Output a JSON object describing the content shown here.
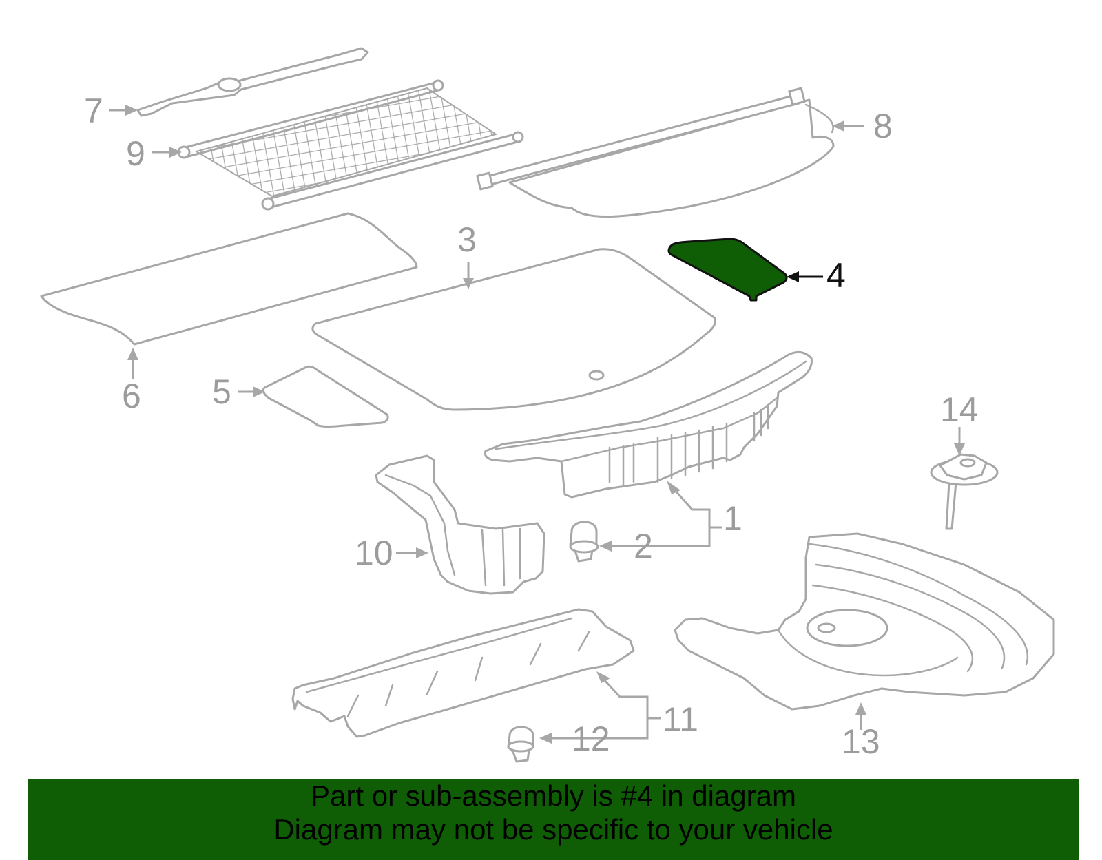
{
  "diagram": {
    "highlight_color": "#0f5e06",
    "line_color": "#a7a7a7",
    "highlighted_part": "4",
    "callouts": {
      "c1": "1",
      "c2": "2",
      "c3": "3",
      "c4": "4",
      "c5": "5",
      "c6": "6",
      "c7": "7",
      "c8": "8",
      "c9": "9",
      "c10": "10",
      "c11": "11",
      "c12": "12",
      "c13": "13",
      "c14": "14"
    }
  },
  "banner": {
    "color": "#0f5e06",
    "line1": "Part or sub-assembly is #4 in diagram",
    "line2": "Diagram may not be specific to your vehicle"
  }
}
